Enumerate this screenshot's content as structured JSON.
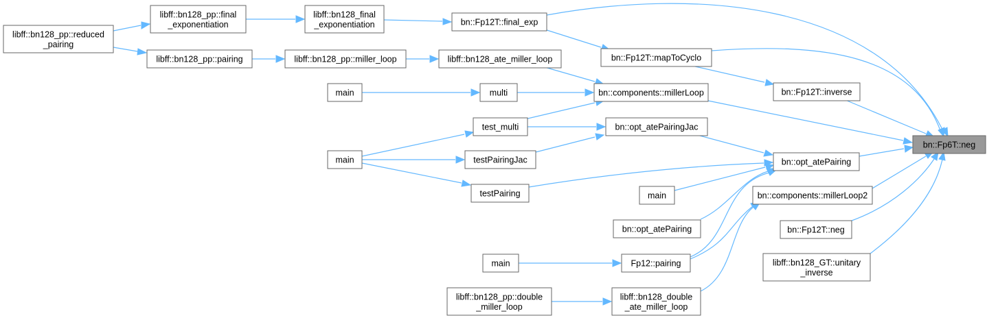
{
  "graph": {
    "nodes": [
      {
        "id": "fp6_neg",
        "lines": [
          "bn::Fp6T::neg"
        ],
        "focus": true
      },
      {
        "id": "reduced_pairing",
        "lines": [
          "libff::bn128_pp::reduced",
          "_pairing"
        ]
      },
      {
        "id": "pp_final_exp",
        "lines": [
          "libff::bn128_pp::final",
          "_exponentiation"
        ]
      },
      {
        "id": "bn128_final_exp",
        "lines": [
          "libff::bn128_final",
          "_exponentiation"
        ]
      },
      {
        "id": "fp12_final_exp",
        "lines": [
          "bn::Fp12T::final_exp"
        ]
      },
      {
        "id": "pp_pairing",
        "lines": [
          "libff::bn128_pp::pairing"
        ]
      },
      {
        "id": "pp_miller_loop",
        "lines": [
          "libff::bn128_pp::miller_loop"
        ]
      },
      {
        "id": "ate_miller_loop",
        "lines": [
          "libff::bn128_ate_miller_loop"
        ]
      },
      {
        "id": "map_to_cyclo",
        "lines": [
          "bn::Fp12T::mapToCyclo"
        ]
      },
      {
        "id": "main1",
        "lines": [
          "main"
        ]
      },
      {
        "id": "multi",
        "lines": [
          "multi"
        ]
      },
      {
        "id": "comp_miller_loop",
        "lines": [
          "bn::components::millerLoop"
        ]
      },
      {
        "id": "fp12_inverse",
        "lines": [
          "bn::Fp12T::inverse"
        ]
      },
      {
        "id": "test_multi",
        "lines": [
          "test_multi"
        ]
      },
      {
        "id": "opt_ate_jac",
        "lines": [
          "bn::opt_atePairingJac"
        ]
      },
      {
        "id": "main2",
        "lines": [
          "main"
        ]
      },
      {
        "id": "test_pairing_jac",
        "lines": [
          "testPairingJac"
        ]
      },
      {
        "id": "opt_ate_pairing",
        "lines": [
          "bn::opt_atePairing"
        ]
      },
      {
        "id": "test_pairing",
        "lines": [
          "testPairing"
        ]
      },
      {
        "id": "main3",
        "lines": [
          "main"
        ]
      },
      {
        "id": "comp_miller_loop2",
        "lines": [
          "bn::components::millerLoop2"
        ]
      },
      {
        "id": "opt_ate_pairing2",
        "lines": [
          "bn::opt_atePairing"
        ]
      },
      {
        "id": "fp12_neg",
        "lines": [
          "bn::Fp12T::neg"
        ]
      },
      {
        "id": "main4",
        "lines": [
          "main"
        ]
      },
      {
        "id": "fp12_pairing",
        "lines": [
          "Fp12::pairing"
        ]
      },
      {
        "id": "unitary_inverse",
        "lines": [
          "libff::bn128_GT::unitary",
          "_inverse"
        ]
      },
      {
        "id": "double_miller_loop",
        "lines": [
          "libff::bn128_pp::double",
          "_miller_loop"
        ]
      },
      {
        "id": "double_ate_miller_loop",
        "lines": [
          "libff::bn128_double",
          "_ate_miller_loop"
        ]
      }
    ]
  }
}
